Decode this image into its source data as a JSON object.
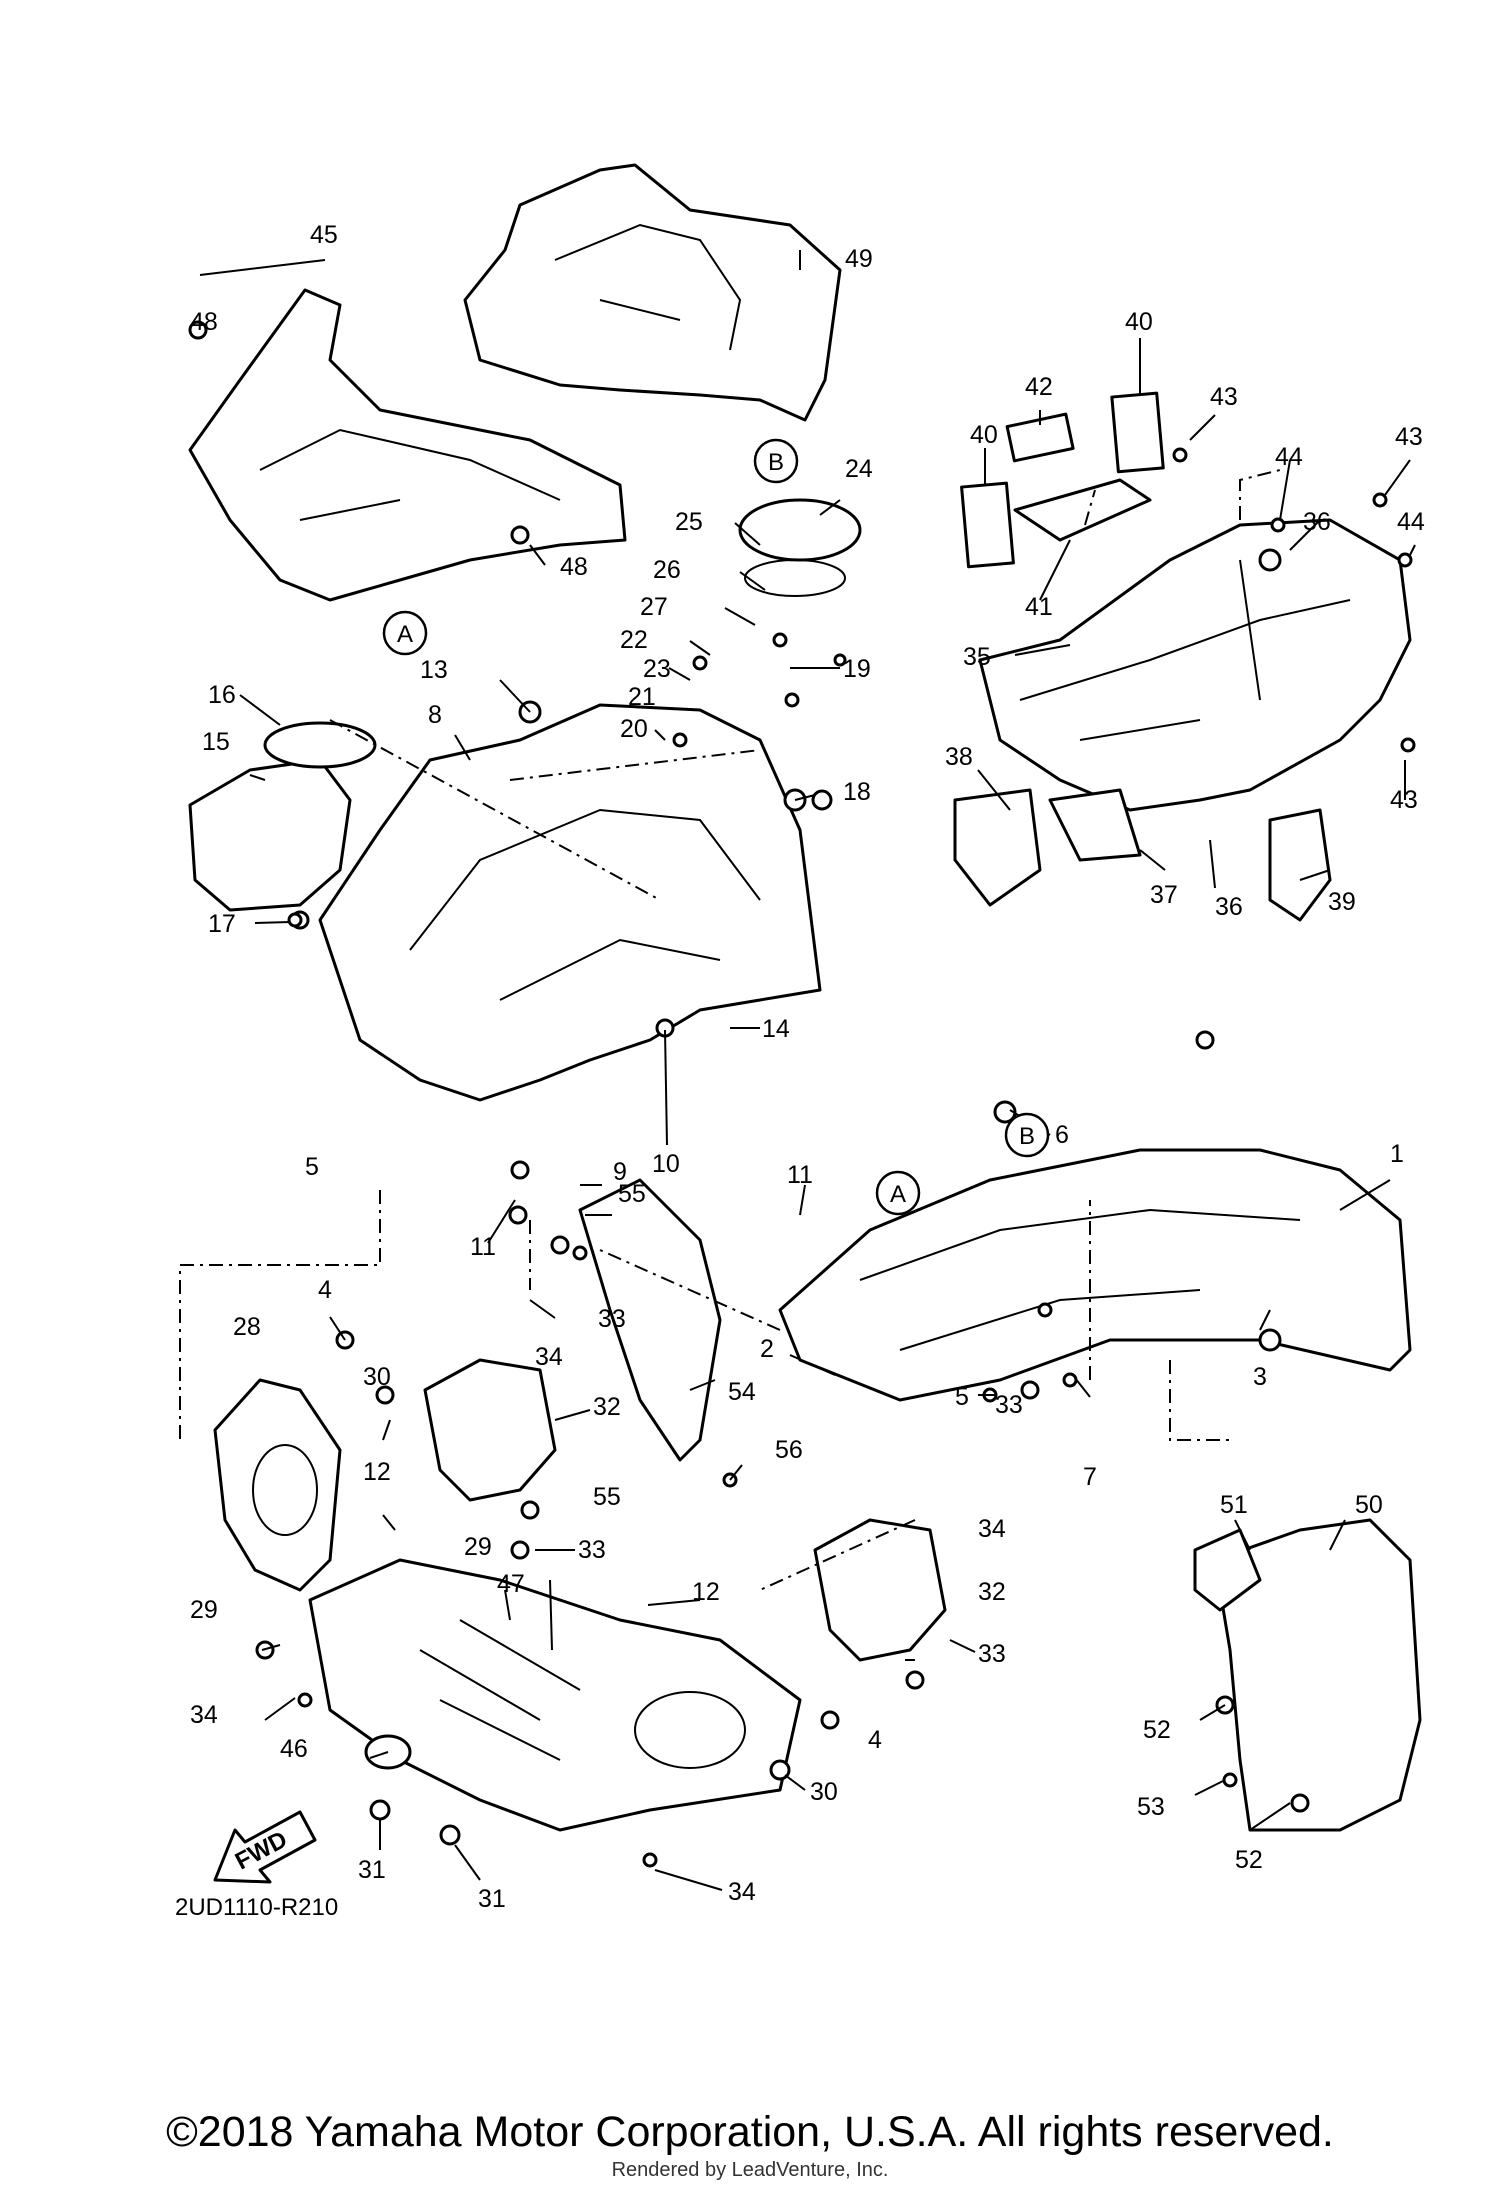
{
  "diagram_code": "2UD1110-R210",
  "fwd_label": "FWD",
  "reference_marks": [
    "A",
    "B"
  ],
  "callouts": [
    "1",
    "2",
    "3",
    "4",
    "5",
    "6",
    "7",
    "8",
    "9",
    "10",
    "11",
    "12",
    "13",
    "14",
    "15",
    "16",
    "17",
    "18",
    "19",
    "20",
    "21",
    "22",
    "23",
    "24",
    "25",
    "26",
    "27",
    "28",
    "29",
    "30",
    "31",
    "32",
    "33",
    "34",
    "35",
    "36",
    "37",
    "38",
    "39",
    "40",
    "41",
    "42",
    "43",
    "44",
    "45",
    "46",
    "47",
    "48",
    "49",
    "50",
    "51",
    "52",
    "53",
    "54",
    "55",
    "56"
  ],
  "copyright": "©2018 Yamaha Motor Corporation, U.S.A. All rights reserved.",
  "rendered_by": "Rendered by LeadVenture, Inc."
}
